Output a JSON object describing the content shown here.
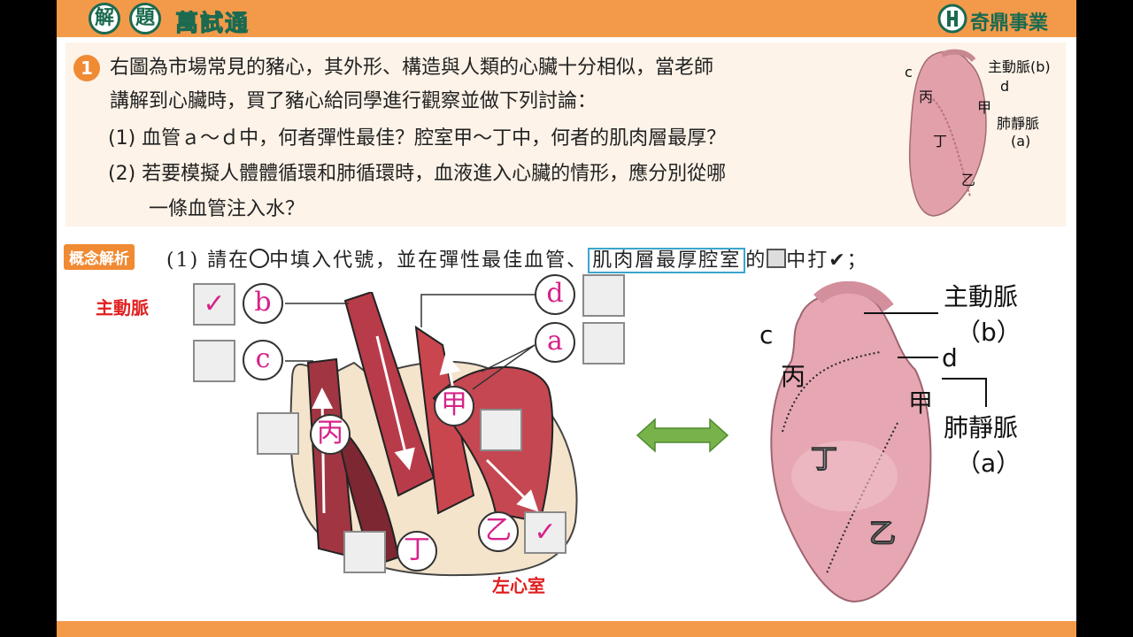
{
  "header": {
    "badge1": "解",
    "badge2": "題",
    "title": "萬試通",
    "company": "奇鼎事業"
  },
  "question": {
    "number": "1",
    "line1": "右圖為市場常見的豬心，其外形、構造與人類的心臟十分相似，當老師",
    "line2": "講解到心臟時，買了豬心給同學進行觀察並做下列討論：",
    "line3": "(1)  血管ａ～ｄ中，何者彈性最佳？腔室甲～丁中，何者的肌肉層最厚？",
    "line4": "(2)  若要模擬人體體循環和肺循環時，血液進入心臟的情形，應分別從哪",
    "line5": "一條血管注入水？"
  },
  "small_heart": {
    "aorta": "主動脈(b)",
    "c": "c",
    "d": "d",
    "bing": "丙",
    "jia": "甲",
    "ding": "丁",
    "yi": "乙",
    "pulm_vein": "肺靜脈",
    "a": "(a)"
  },
  "concept": {
    "tag": "概念解析",
    "prefix": "(1) 請在",
    "mid1": "中填入代號，並在彈性最佳血管、",
    "highlight": "肌肉層最厚腔室",
    "mid2": "的",
    "suffix": "中打✔；"
  },
  "diagram": {
    "aorta_label": "主動脈",
    "left_ventricle_label": "左心室",
    "b": "b",
    "c": "c",
    "d": "d",
    "a": "a",
    "jia": "甲",
    "bing": "丙",
    "ding": "丁",
    "yi": "乙",
    "check": "✓"
  },
  "big_heart": {
    "aorta": "主動脈",
    "b": "（b）",
    "c": "c",
    "d": "d",
    "bing": "丙",
    "jia": "甲",
    "ding": "丁",
    "yi": "乙",
    "pulm_vein": "肺靜脈",
    "a": "（a）"
  },
  "colors": {
    "orange": "#f39a4a",
    "green": "#1b6a50",
    "magenta": "#d6238a",
    "red": "#e02020",
    "cyan": "#3aa6cc"
  }
}
